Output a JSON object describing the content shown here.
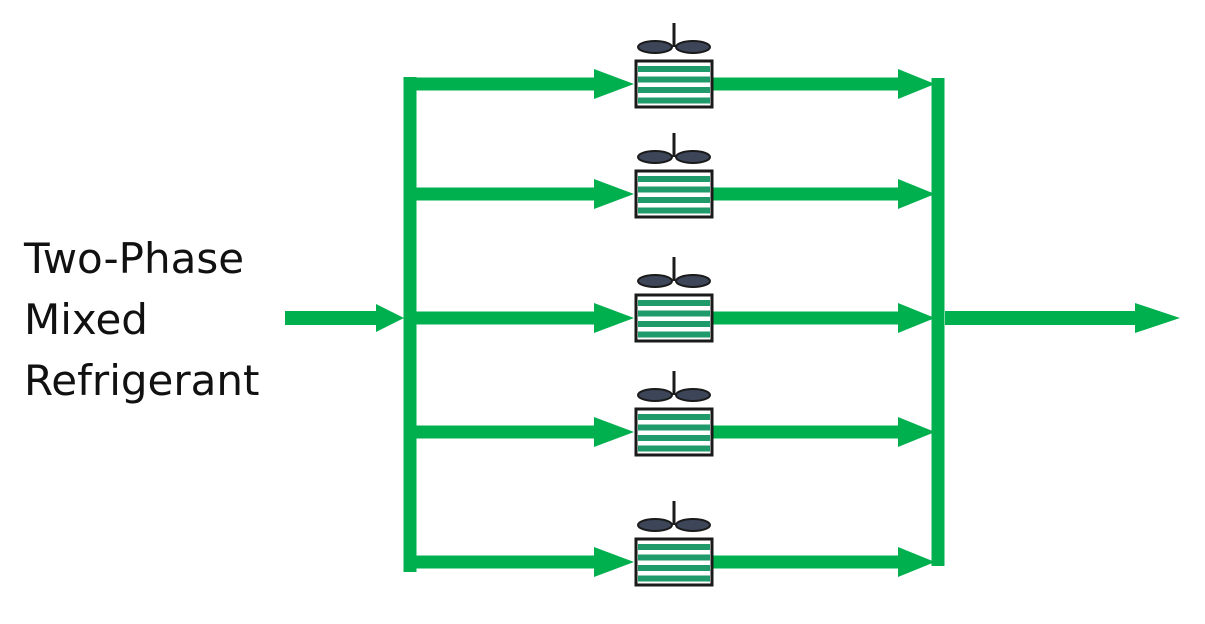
{
  "input_label": {
    "line1": "Two-Phase",
    "line2": "Mixed",
    "line3": "Refrigerant"
  },
  "colors": {
    "flow": "#00b04f",
    "coil_stripe": "#1f9a6a",
    "fan_blade": "#3c4658",
    "outline": "#1a1a1a",
    "text": "#111111"
  },
  "icons": {
    "heat_exchanger": "fan-coil-heat-exchanger-icon"
  },
  "parallel_branches": 5
}
